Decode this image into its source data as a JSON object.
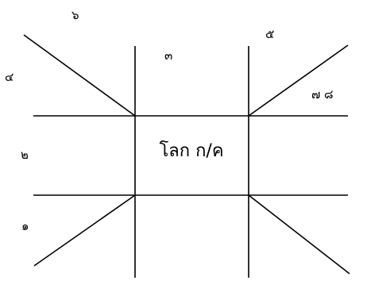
{
  "diagram": {
    "center_label": "โลก ก/ค",
    "labels": {
      "top_center": "๓",
      "top_left": "๖",
      "top_right": "๕",
      "left_upper": "๔",
      "left_middle": "๒",
      "left_lower": "๑",
      "right_upper": "๗ ๘"
    }
  }
}
